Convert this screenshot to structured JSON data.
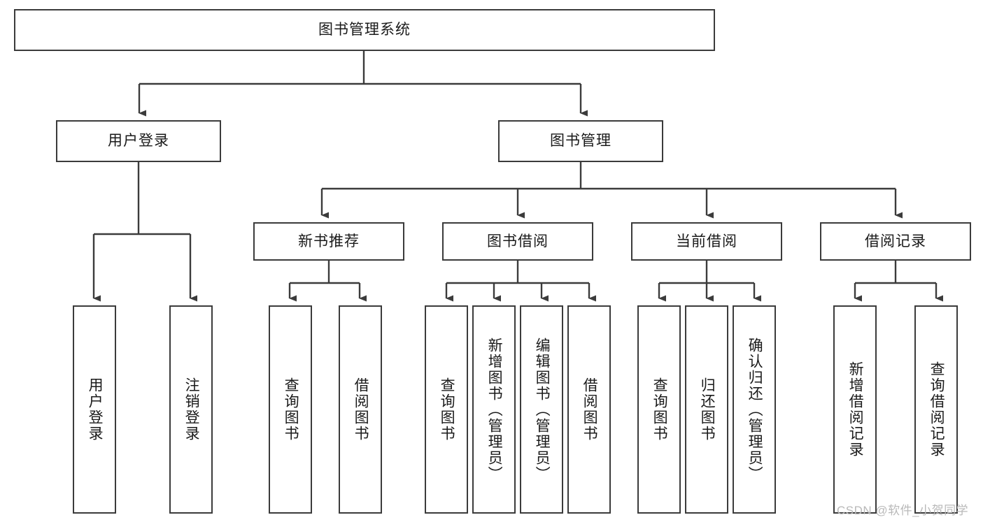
{
  "diagram": {
    "title": "图书管理系统",
    "type": "tree-hierarchy-chart",
    "root": {
      "label": "图书管理系统"
    },
    "level2": [
      {
        "label": "用户登录"
      },
      {
        "label": "图书管理"
      }
    ],
    "level3": [
      {
        "label": "新书推荐"
      },
      {
        "label": "图书借阅"
      },
      {
        "label": "当前借阅"
      },
      {
        "label": "借阅记录"
      }
    ],
    "leaves_user_login": [
      {
        "label": "用户登录"
      },
      {
        "label": "注销登录"
      }
    ],
    "leaves_new_book": [
      {
        "label": "查询图书"
      },
      {
        "label": "借阅图书"
      }
    ],
    "leaves_borrow": [
      {
        "label": "查询图书"
      },
      {
        "label": "新增图书（管理员）"
      },
      {
        "label": "编辑图书（管理员）"
      },
      {
        "label": "借阅图书"
      }
    ],
    "leaves_current": [
      {
        "label": "查询图书"
      },
      {
        "label": "归还图书"
      },
      {
        "label": "确认归还（管理员）"
      }
    ],
    "leaves_records": [
      {
        "label": "新增借阅记录"
      },
      {
        "label": "查询借阅记录"
      }
    ]
  },
  "watermark": {
    "text": "CSDN @软件_小贺同学"
  },
  "colors": {
    "border": "#3b3b3b",
    "background": "#ffffff",
    "text": "#1a1a1a",
    "watermark": "#b9b9b9"
  }
}
